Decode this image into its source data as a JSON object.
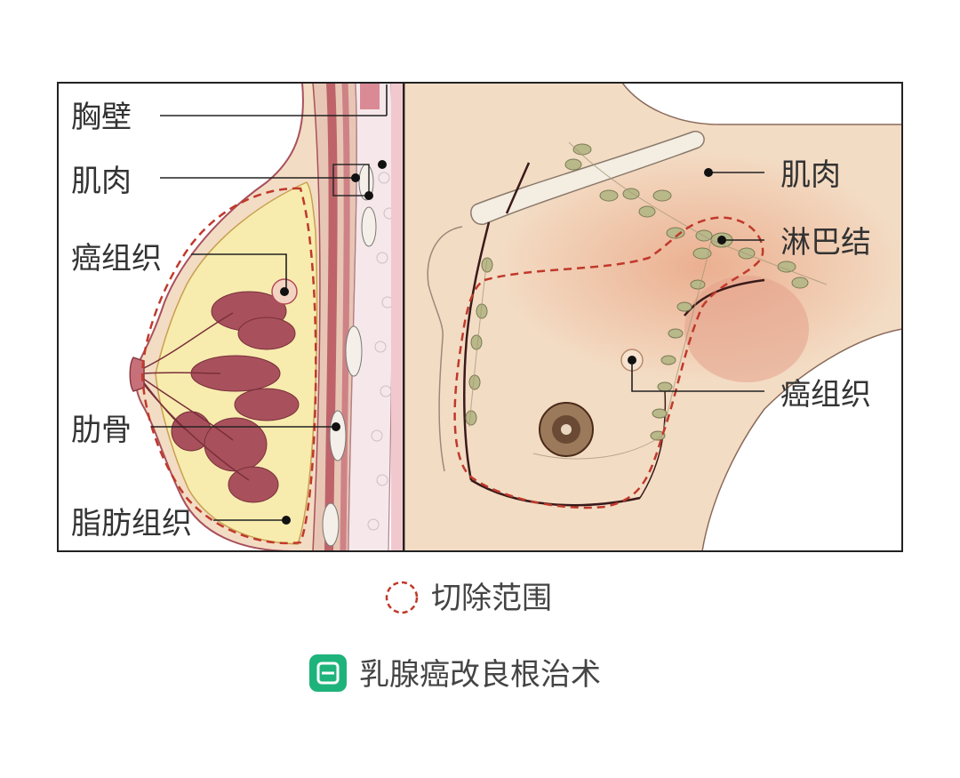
{
  "left_panel": {
    "labels": {
      "chest_wall": "胸壁",
      "muscle": "肌肉",
      "cancer_tissue": "癌组织",
      "rib": "肋骨",
      "fat_tissue": "脂肪组织"
    }
  },
  "right_panel": {
    "labels": {
      "muscle": "肌肉",
      "lymph_node": "淋巴结",
      "cancer_tissue": "癌组织"
    }
  },
  "legend": {
    "excision_label": "切除范围",
    "excision_color": "#c0392b"
  },
  "caption": {
    "title": "乳腺癌改良根治术",
    "icon": "document-icon",
    "icon_color": "#1fb37c"
  },
  "colors": {
    "skin": "#f3dcc4",
    "fat": "#f7ecae",
    "glands": "#a8515d",
    "muscle": "#c7707a",
    "lymph": "#b9b889"
  }
}
